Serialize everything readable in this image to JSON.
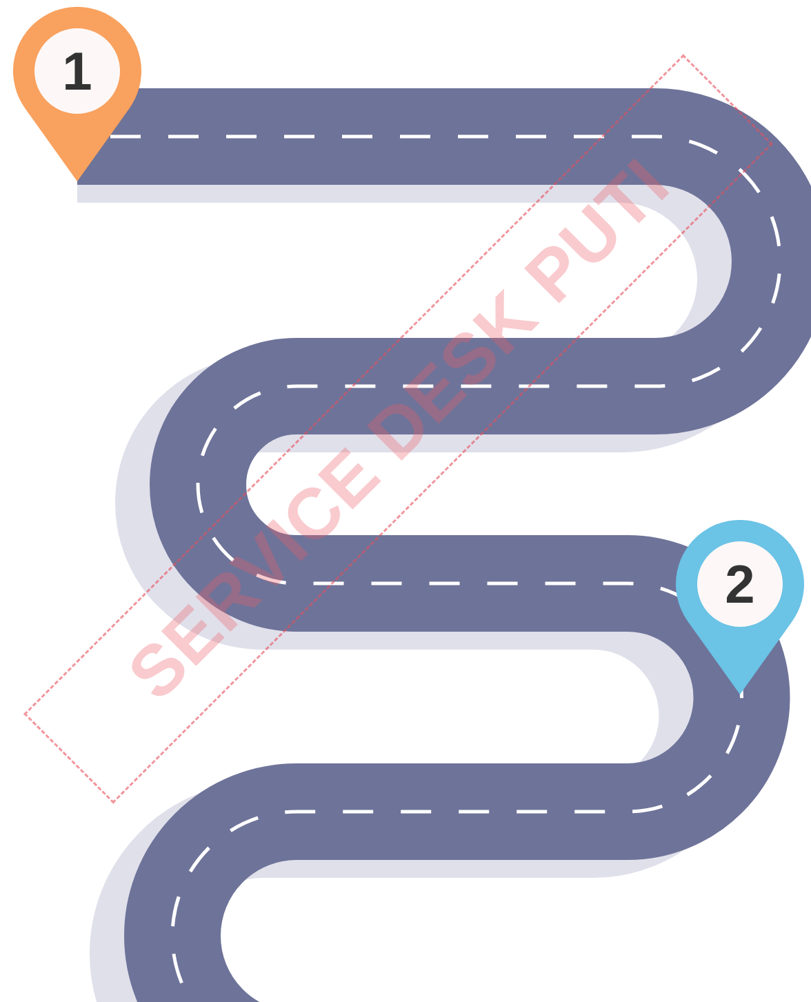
{
  "diagram": {
    "nodes": [
      {
        "text": [
          "1"
        ]
      },
      {
        "text": [
          "2"
        ]
      }
    ],
    "labels": [
      "SERVICE DESK PUTI"
    ]
  }
}
